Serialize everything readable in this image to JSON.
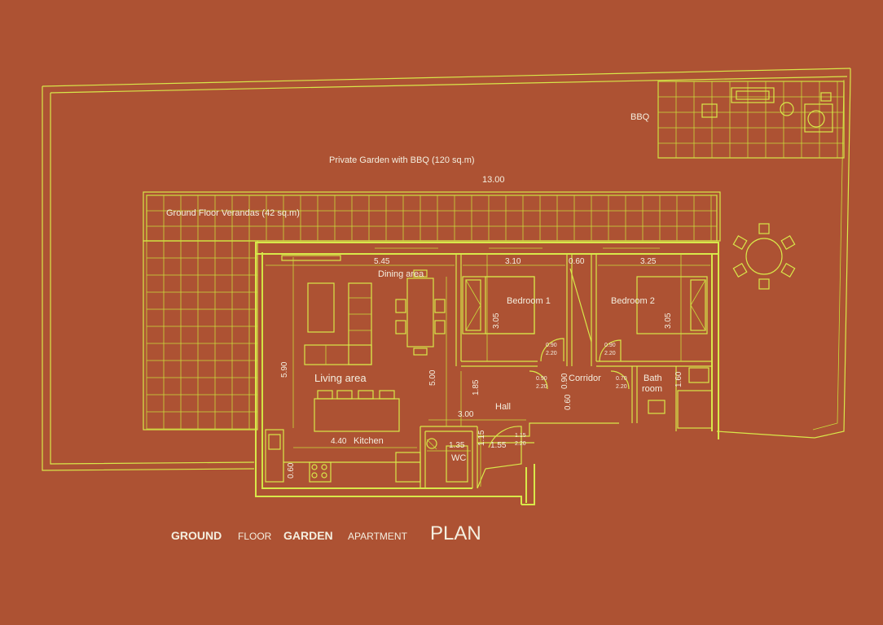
{
  "labels": {
    "bbq": "BBQ",
    "garden": "Private Garden with BBQ (120 sq.m)",
    "garden_width": "13.00",
    "verandas": "Ground Floor Verandas (42 sq.m)",
    "dining": "Dining area",
    "living": "Living area",
    "kitchen": "Kitchen",
    "bedroom1": "Bedroom 1",
    "bedroom2": "Bedroom 2",
    "corridor": "Corridor",
    "bath_line1": "Bath",
    "bath_line2": "room",
    "hall": "Hall",
    "wc": "WC"
  },
  "dimensions": {
    "living_width": "5.45",
    "bed1_width": "3.10",
    "corridor_width": "0.60",
    "bed2_width": "3.25",
    "bed1_depth": "3.05",
    "bed2_depth": "3.05",
    "living_depth": "5.90",
    "living_depth2": "5.00",
    "hall_depth": "1.85",
    "hall_width": "3.00",
    "kitchen_width": "4.40",
    "wc_width": "1.35",
    "wc_depth": "1.15",
    "hall_width2": "1.55",
    "kitchen_unit": "0.60",
    "corridor_depth": "0.90",
    "corridor_depth2": "0.60",
    "bath_depth": "1.60",
    "door1_top": "0.90",
    "door1_bottom": "2.20",
    "door2_top": "0.90",
    "door2_bottom": "2.20",
    "door3_top": "0.90",
    "door3_bottom": "2.20",
    "door4_top": "0.70",
    "door4_bottom": "2.20",
    "door5_top": "1.15",
    "door5_bottom": "2.20"
  },
  "title": {
    "part1": "GROUND",
    "part2": "FLOOR",
    "part3": "GARDEN",
    "part4": "APARTMENT",
    "part5": "PLAN"
  }
}
